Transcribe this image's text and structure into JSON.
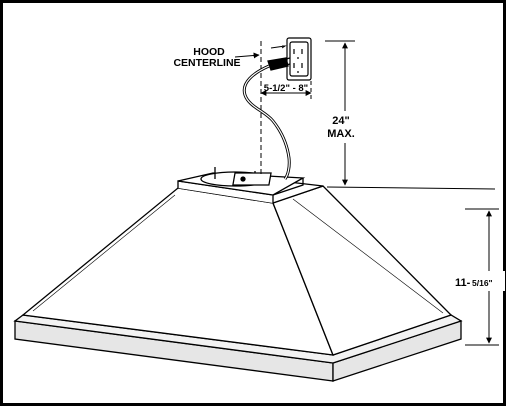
{
  "labels": {
    "hood_centerline_line1": "HOOD",
    "hood_centerline_line2": "CENTERLINE",
    "offset_range_main": "5-1/2\" - 8\"",
    "height_value": "24\"",
    "height_qualifier": "MAX.",
    "hood_height_whole": "11-",
    "hood_height_fraction": "5/16\""
  },
  "colors": {
    "line": "#000000",
    "background": "#ffffff",
    "hood_shading": "#d9d9d9"
  },
  "icons": {
    "outlet": "duplex-outlet-icon",
    "plug": "plug-icon"
  }
}
